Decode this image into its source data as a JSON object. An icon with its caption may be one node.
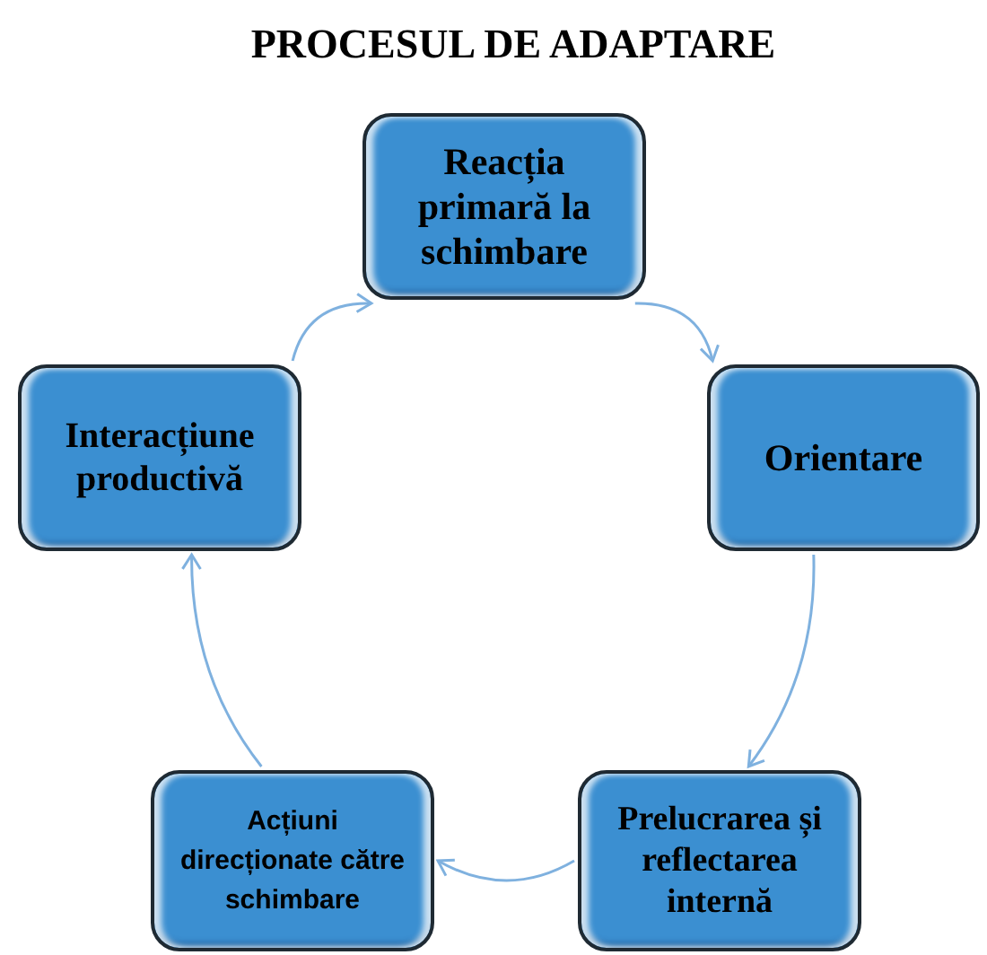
{
  "diagram": {
    "title": "PROCESUL DE ADAPTARE",
    "nodes": [
      {
        "text": [
          "Reacția primară la schimbare"
        ]
      },
      {
        "text": [
          "Orientare"
        ]
      },
      {
        "text": [
          "Prelucrarea și reflectarea internă"
        ]
      },
      {
        "text": [
          "Acțiuni direcționate către schimbare"
        ]
      },
      {
        "text": [
          "Interacțiune productivă"
        ]
      }
    ],
    "edges": [
      {
        "from": 0,
        "to": 1,
        "arrow": "to"
      },
      {
        "from": 1,
        "to": 2,
        "arrow": "to"
      },
      {
        "from": 2,
        "to": 3,
        "arrow": "to"
      },
      {
        "from": 3,
        "to": 4,
        "arrow": "to"
      },
      {
        "from": 4,
        "to": 0,
        "arrow": "to"
      }
    ]
  }
}
